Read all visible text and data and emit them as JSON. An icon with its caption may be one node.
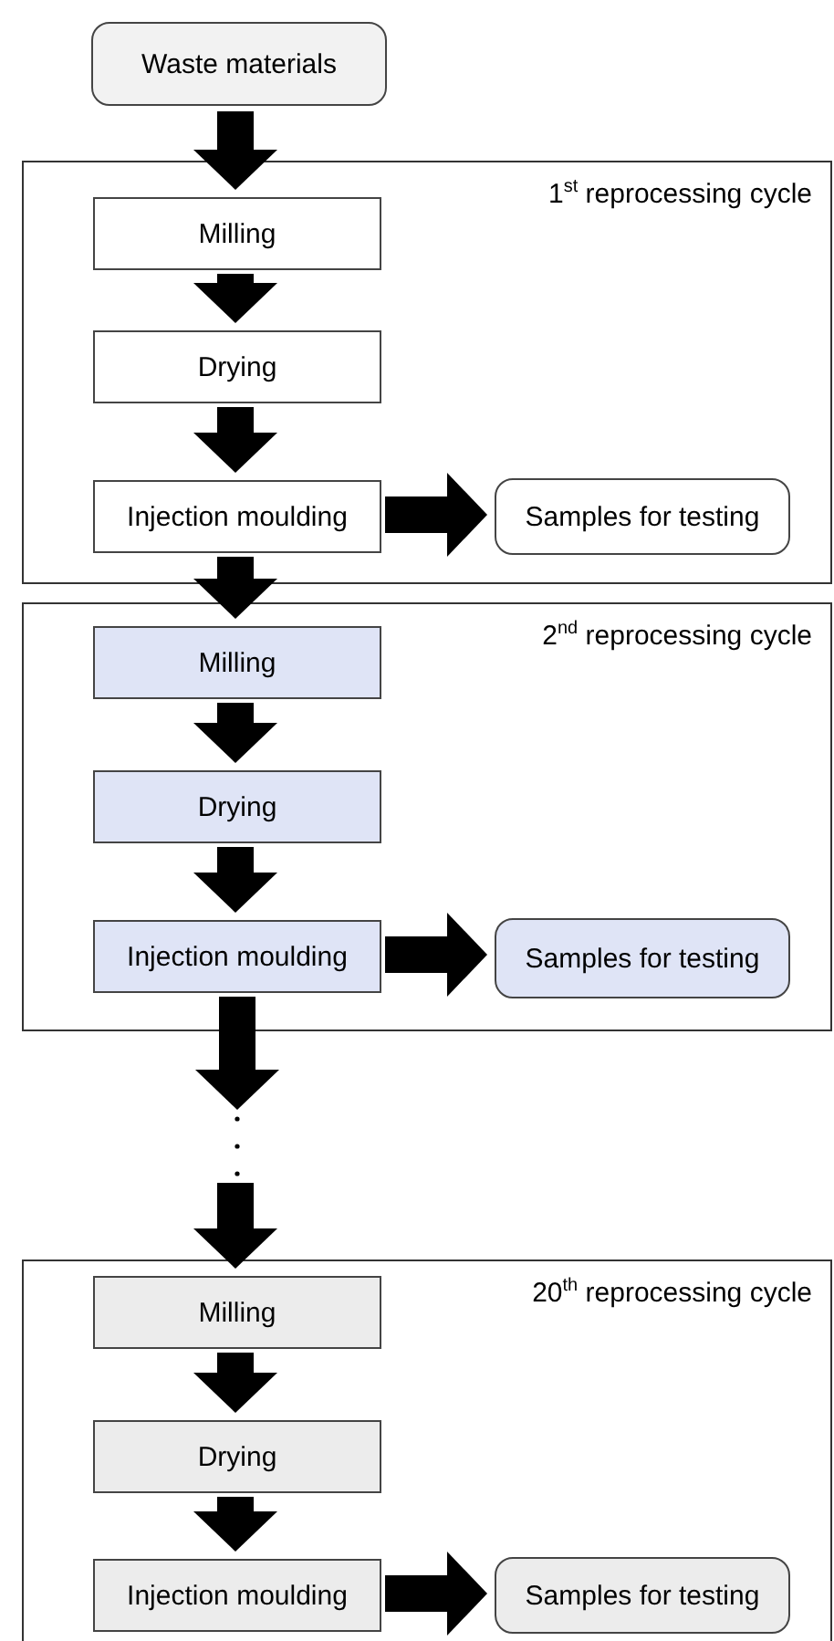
{
  "diagram": {
    "nodes": [
      {
        "text": [
          "Waste materials"
        ]
      },
      {
        "text": [
          "1$^{st}$ reprocessing cycle"
        ]
      },
      {
        "text": [
          "Milling"
        ],
        "in": 1
      },
      {
        "text": [
          "Drying"
        ],
        "in": 1
      },
      {
        "text": [
          "Injection moulding"
        ],
        "in": 1
      },
      {
        "text": [
          "Samples for testing"
        ],
        "in": 1
      },
      {
        "text": [
          "2$^{nd}$ reprocessing cycle"
        ]
      },
      {
        "text": [
          "Milling"
        ],
        "in": 6
      },
      {
        "text": [
          "Drying"
        ],
        "in": 6
      },
      {
        "text": [
          "Injection moulding"
        ],
        "in": 6
      },
      {
        "text": [
          "Samples for testing"
        ],
        "in": 6
      },
      {
        "text": [],
        "shape": "dots"
      },
      {
        "text": [
          "20$^{th}$ reprocessing cycle"
        ]
      },
      {
        "text": [
          "Milling"
        ],
        "in": 12
      },
      {
        "text": [
          "Drying"
        ],
        "in": 12
      },
      {
        "text": [
          "Injection moulding"
        ],
        "in": 12
      },
      {
        "text": [
          "Samples for testing"
        ],
        "in": 12
      }
    ],
    "edges": [
      {
        "from": 0,
        "to": 2,
        "arrow": "to"
      },
      {
        "from": 2,
        "to": 3,
        "arrow": "to"
      },
      {
        "from": 3,
        "to": 4,
        "arrow": "to"
      },
      {
        "from": 4,
        "to": 5,
        "arrow": "to"
      },
      {
        "from": 4,
        "to": 7,
        "arrow": "to"
      },
      {
        "from": 7,
        "to": 8,
        "arrow": "to"
      },
      {
        "from": 8,
        "to": 9,
        "arrow": "to"
      },
      {
        "from": 9,
        "to": 10,
        "arrow": "to"
      },
      {
        "from": 9,
        "to": 11,
        "arrow": "to"
      },
      {
        "from": 11,
        "to": 13,
        "arrow": "to"
      },
      {
        "from": 13,
        "to": 14,
        "arrow": "to"
      },
      {
        "from": 14,
        "to": 15,
        "arrow": "to"
      },
      {
        "from": 15,
        "to": 16,
        "arrow": "to"
      }
    ]
  }
}
